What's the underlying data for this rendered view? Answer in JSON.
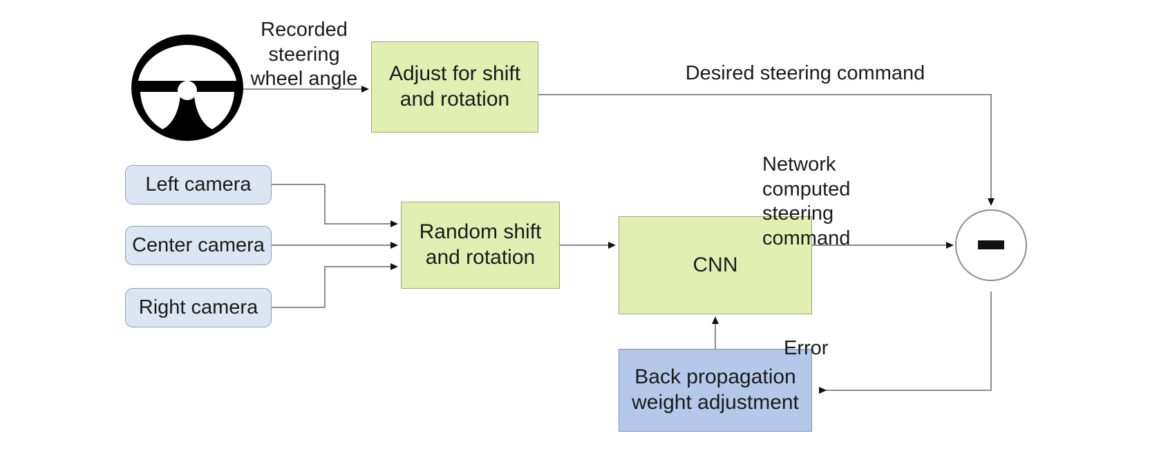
{
  "diagram": {
    "title": "End-to-end steering network training block diagram",
    "colors": {
      "green_fill": "#e2efb3",
      "green_stroke": "#9aa86e",
      "light_blue_fill": "#dce6f2",
      "light_blue_stroke": "#8ea0b8",
      "blue_fill": "#b5c8ea",
      "blue_stroke": "#7d90b4",
      "wire": "#8c8c8c",
      "arrowhead": "#111111",
      "text": "#1a1a1a",
      "background": "#ffffff"
    },
    "nodes": {
      "steering_wheel_icon": "steering-wheel-icon",
      "adjust_box": "Adjust for shift\nand rotation",
      "left_camera": "Left camera",
      "center_camera": "Center camera",
      "right_camera": "Right camera",
      "random_shift_box": "Random shift\nand rotation",
      "cnn_box": "CNN",
      "back_prop_box": "Back propagation\nweight adjustment",
      "sum_node": "−"
    },
    "edge_labels": {
      "recorded_angle": "Recorded\nsteering\nwheel angle",
      "desired_command": "Desired steering command",
      "network_command": "Network\ncomputed\nsteering\ncommand",
      "error": "Error"
    }
  }
}
